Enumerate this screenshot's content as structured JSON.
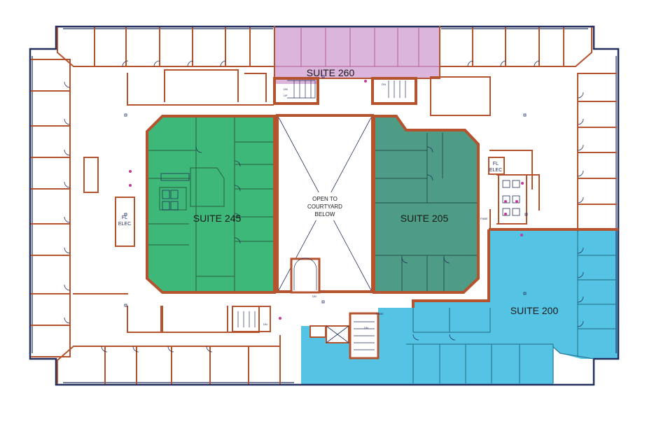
{
  "suites": [
    {
      "id": "suite-245",
      "label": "SUITE 245",
      "color": "#3db878"
    },
    {
      "id": "suite-205",
      "label": "SUITE 205",
      "color": "#4e9c86"
    },
    {
      "id": "suite-200",
      "label": "SUITE 200",
      "color": "#55c3e3"
    },
    {
      "id": "suite-260",
      "label": "SUITE 260",
      "color": "#dcb5dc"
    }
  ],
  "courtyard": {
    "lines": [
      "OPEN TO",
      "COURTYARD",
      "BELOW"
    ]
  },
  "fl_elec_left": {
    "lines": [
      "FL",
      "ELEC"
    ]
  },
  "fl_elec_right": {
    "lines": [
      "FL",
      "ELEC"
    ]
  },
  "stair_labels": {
    "dn": "DN",
    "up": "UP"
  },
  "tiny_labels": {
    "fnbe": "FNBE"
  },
  "colors": {
    "wall": "#b5532f",
    "outer": "#23305e"
  }
}
